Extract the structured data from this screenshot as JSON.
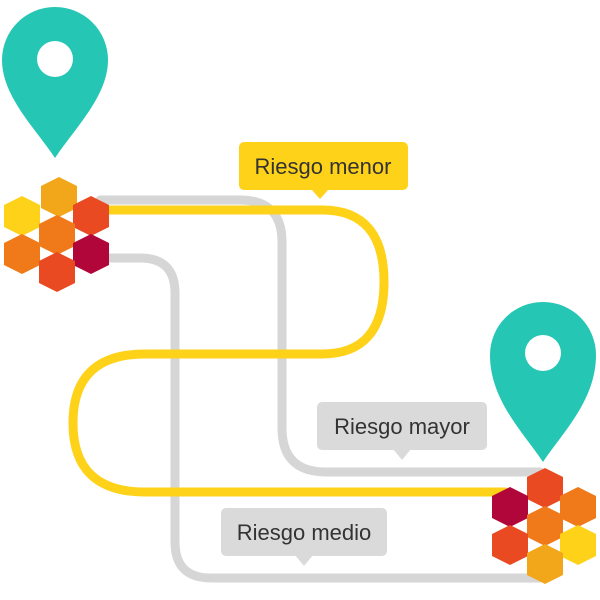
{
  "labels": {
    "low_risk": "Riesgo menor",
    "high_risk": "Riesgo mayor",
    "medium_risk": "Riesgo medio"
  },
  "colors": {
    "pin": "#26C6B5",
    "route_yellow": "#FFD21A",
    "route_gray": "#D6D6D6",
    "label_yellow_bg": "#FFD21A",
    "label_gray_bg": "#DADADA",
    "label_text": "#333333",
    "hex_yellow": "#FFD21A",
    "hex_amber": "#F2A71B",
    "hex_orange": "#F07A1A",
    "hex_red_orange": "#EA4A22",
    "hex_crimson": "#B0063A"
  },
  "icons": {
    "start_pin": "map-pin-icon",
    "end_pin": "map-pin-icon"
  }
}
